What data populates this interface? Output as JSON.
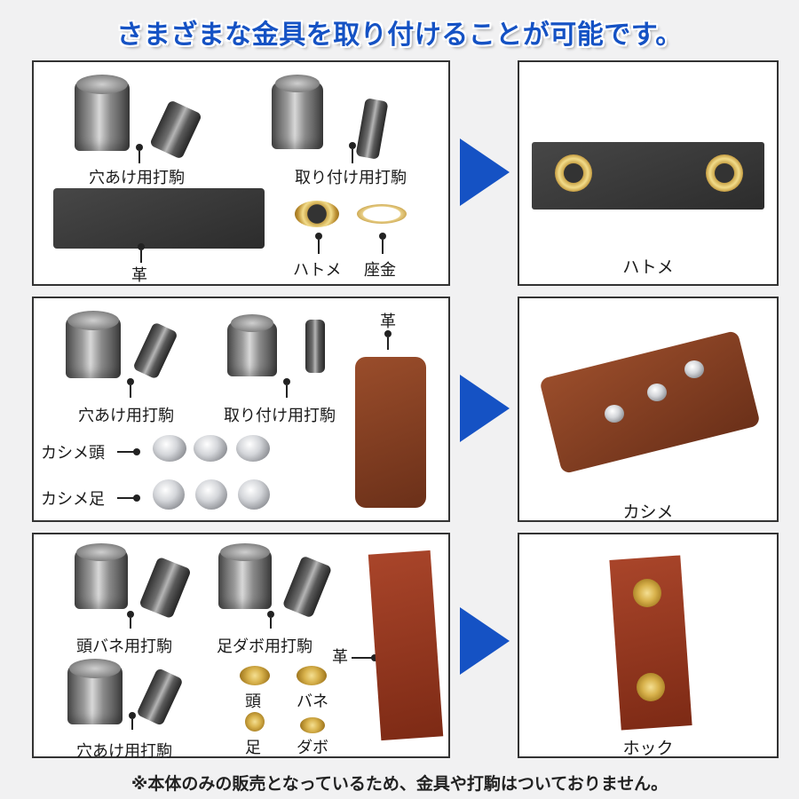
{
  "header": {
    "title": "さまざまな金具を取り付けることが可能です。"
  },
  "rows": [
    {
      "left_labels": {
        "punch_hole": "穴あけ用打駒",
        "punch_attach": "取り付け用打駒",
        "leather": "革",
        "eyelet": "ハトメ",
        "washer": "座金"
      },
      "result_label": "ハトメ"
    },
    {
      "left_labels": {
        "punch_hole": "穴あけ用打駒",
        "punch_attach": "取り付け用打駒",
        "leather": "革",
        "rivet_head": "カシメ頭",
        "rivet_foot": "カシメ足"
      },
      "result_label": "カシメ"
    },
    {
      "left_labels": {
        "punch_head_spring": "頭バネ用打駒",
        "punch_foot_stud": "足ダボ用打駒",
        "punch_hole": "穴あけ用打駒",
        "leather": "革",
        "head": "頭",
        "spring": "バネ",
        "foot": "足",
        "stud": "ダボ"
      },
      "result_label": "ホック"
    }
  ],
  "footer": {
    "note": "※本体のみの販売となっているため、金具や打駒はついておりません。"
  },
  "colors": {
    "accent": "#1552c4",
    "panel_border": "#333333",
    "background": "#f1f1f2"
  }
}
